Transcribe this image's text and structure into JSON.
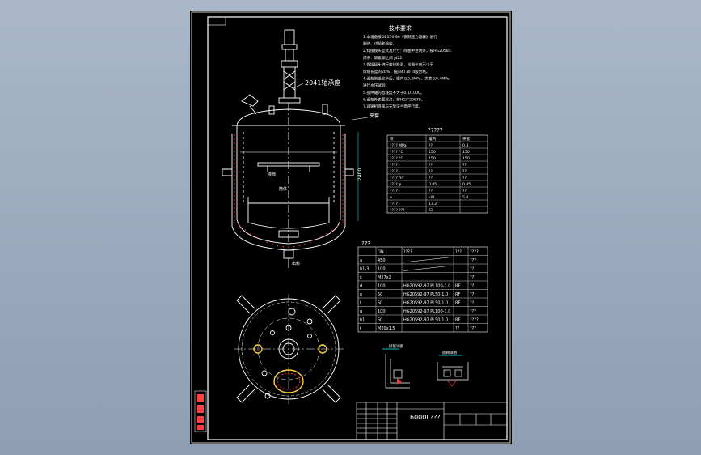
{
  "title_block": {
    "drawing_name": "6000L???"
  },
  "tech_req": {
    "heading": "技术要求",
    "lines": [
      "1.本设备按GB150-98《钢制压力容器》进行",
      "  制造、试验和验收。",
      "2.焊接接头型式及尺寸：除图中注明外，按HG20583.",
      "  焊条：碳素钢之间 J422.",
      "3.焊接接头进行射线检测，检测长度不少于",
      "  焊缝长度的20%，按JB4730 III级合格。",
      "4.设备制造完毕后，罐内以0.3MPa，夹套以0.4MPa",
      "  进行水压试验。",
      "5.搅拌轴的直线度不大于0.1/1000。",
      "6.设备外表面涂漆，按HG/T20679。",
      "7.减速机底座与支架法兰面平行度。"
    ]
  },
  "labels": {
    "motor": "2041轴承座",
    "jacket": "夹套",
    "liquid": "液面",
    "inner": "筒体",
    "height": "2400",
    "bottom": "出料"
  },
  "spec_table": {
    "title": "?????",
    "header": [
      "项",
      "罐内",
      "夹套"
    ],
    "rows": [
      [
        "????  MPa",
        "??",
        "0.3"
      ],
      [
        "????  °C",
        "150",
        "150"
      ],
      [
        "????  °C",
        "150",
        "150"
      ],
      [
        "????",
        "??",
        "??"
      ],
      [
        "????",
        "??",
        "??"
      ],
      [
        "????  m³",
        "??",
        "??"
      ],
      [
        "????  φ",
        "0.85",
        "0.85"
      ],
      [
        "????",
        "??",
        "??"
      ],
      [
        "φ",
        "kW",
        "5.0"
      ],
      [
        "????",
        "13.2",
        ""
      ],
      [
        "????  ???",
        "63",
        ""
      ]
    ]
  },
  "nozzle_table": {
    "title": "???",
    "header": [
      "",
      "DN",
      "????",
      "???",
      "????"
    ],
    "rows": [
      [
        "a",
        "450",
        "",
        "",
        "???"
      ],
      [
        "b1-3",
        "100",
        "",
        "",
        "??"
      ],
      [
        "c",
        "M27x2",
        "",
        "",
        "??"
      ],
      [
        "d",
        "100",
        "HG20592-97 PL100-1.0",
        "RF",
        "??"
      ],
      [
        "e",
        "50",
        "HG20592-97 PL50-1.0",
        "RF",
        "??"
      ],
      [
        "f",
        "50",
        "HG20592-97 PL50-1.0",
        "RF",
        "??"
      ],
      [
        "g",
        "100",
        "HG20592-97 PL100-1.0",
        "",
        "???"
      ],
      [
        "h1",
        "50",
        "HG20592-97 PL50-1.0",
        "RF",
        "????"
      ],
      [
        "i",
        "M20x1.5",
        "",
        "??",
        "???"
      ]
    ]
  },
  "detail_a": "接管详图",
  "detail_b": "底阀详图",
  "colors": {
    "line": "#ffffff",
    "dim": "#00ffff",
    "accent": "#ffd23c",
    "hatch": "#ff3030",
    "stamp": "#ff4040"
  }
}
